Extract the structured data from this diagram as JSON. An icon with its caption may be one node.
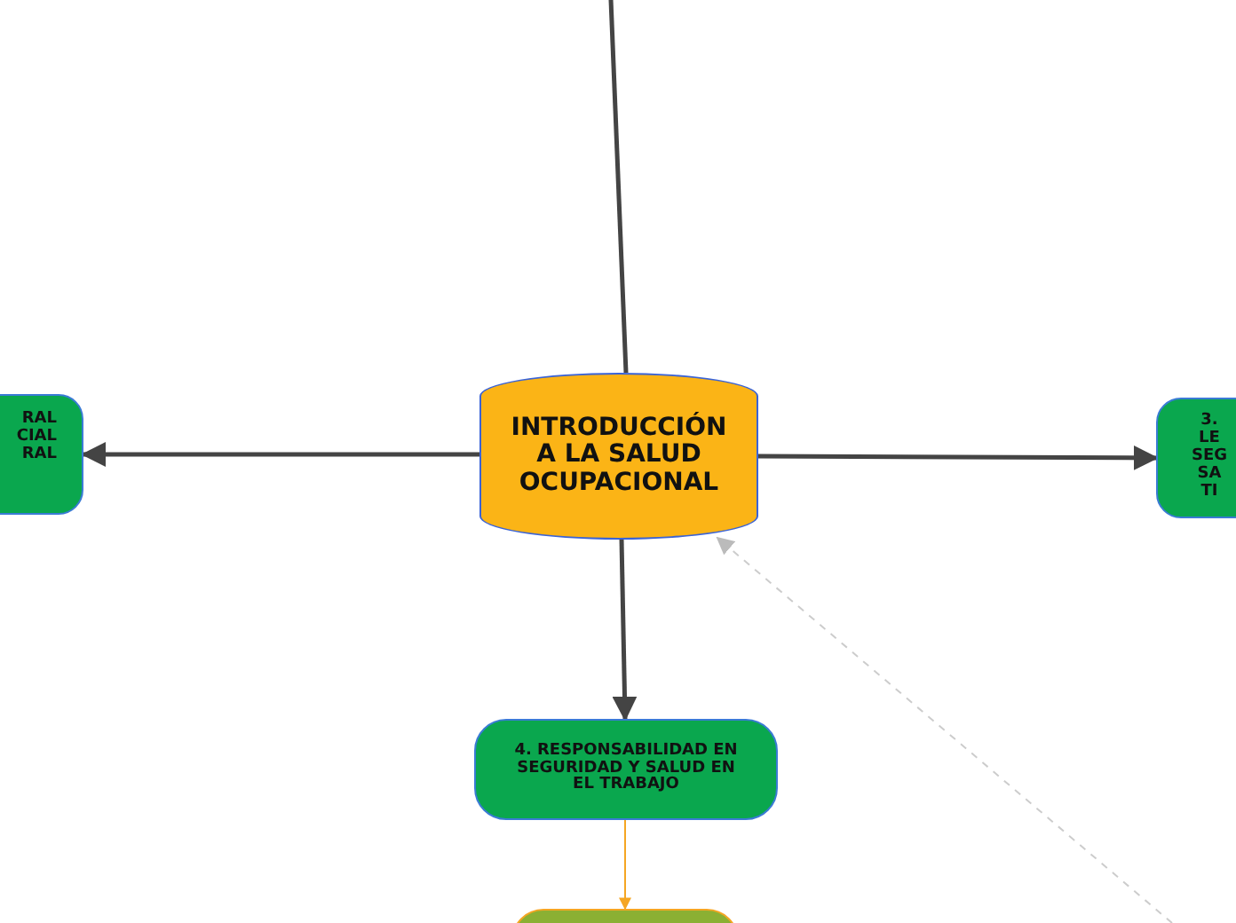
{
  "diagram": {
    "nodes": [
      {
        "text": [
          "INTRODUCCIÓN A LA SALUD OCUPACIONAL"
        ]
      },
      {
        "text": [
          "RAL CIAL RAL"
        ]
      },
      {
        "text": [
          "3. LE SEG SA TI"
        ]
      },
      {
        "text": [
          "4. RESPONSABILIDAD EN SEGURIDAD Y SALUD EN EL TRABAJO"
        ]
      },
      {
        "text": [],
        "shape": "box"
      }
    ],
    "edges": [
      {
        "from": null,
        "to": 0,
        "arrow": "none"
      },
      {
        "from": 0,
        "to": 1,
        "arrow": "to"
      },
      {
        "from": 0,
        "to": 2,
        "arrow": "to"
      },
      {
        "from": 0,
        "to": 3,
        "arrow": "to"
      },
      {
        "from": 3,
        "to": 4,
        "arrow": "to",
        "color": "#f5a623"
      },
      {
        "from": null,
        "to": 0,
        "arrow": "to",
        "style": "dashed",
        "color": "#cccccc"
      }
    ]
  }
}
